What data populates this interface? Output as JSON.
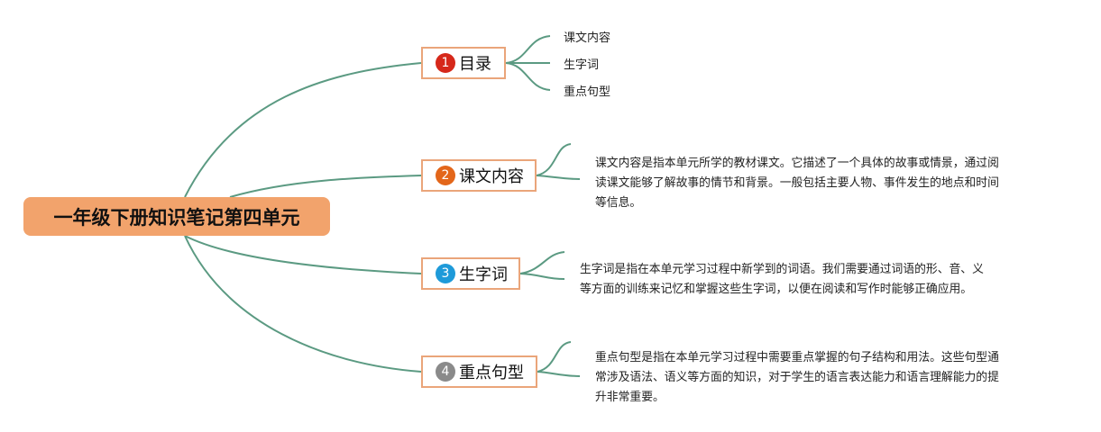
{
  "root": {
    "title": "一年级下册知识笔记第四单元"
  },
  "colors": {
    "line": "#5b9a82",
    "root_fill": "#f2a36c",
    "topic_border": "#eaa57a"
  },
  "topics": [
    {
      "num": "1",
      "label": "目录",
      "badge_color": "#d6281a",
      "children": [
        "课文内容",
        "生字词",
        "重点句型"
      ]
    },
    {
      "num": "2",
      "label": "课文内容",
      "badge_color": "#e3661a",
      "lines": [
        "课文内容是指本单元所学的教材课文。它描述了一个具体的故事或情景，通过阅",
        "读课文能够了解故事的情节和背景。一般包括主要人物、事件发生的地点和时间",
        "等信息。"
      ]
    },
    {
      "num": "3",
      "label": "生字词",
      "badge_color": "#1e9ad9",
      "lines": [
        "生字词是指在本单元学习过程中新学到的词语。我们需要通过词语的形、音、义",
        "等方面的训练来记忆和掌握这些生字词，以便在阅读和写作时能够正确应用。"
      ]
    },
    {
      "num": "4",
      "label": "重点句型",
      "badge_color": "#8a8a8a",
      "lines": [
        "重点句型是指在本单元学习过程中需要重点掌握的句子结构和用法。这些句型通",
        "常涉及语法、语义等方面的知识，对于学生的语言表达能力和语言理解能力的提",
        "升非常重要。"
      ]
    }
  ]
}
